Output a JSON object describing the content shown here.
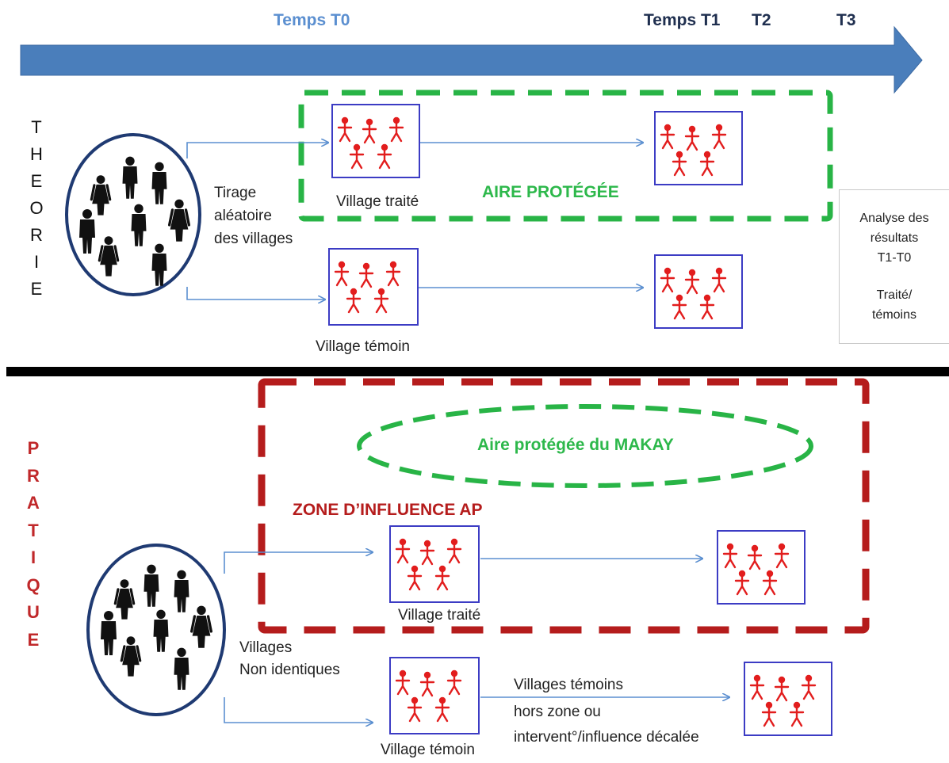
{
  "timeline": {
    "t0": "Temps T0",
    "t1": "Temps T1",
    "t2": "T2",
    "t3": "T3"
  },
  "theory": {
    "word_letters": [
      "T",
      "H",
      "E",
      "O",
      "R",
      "I",
      "E"
    ],
    "sampling_text": "Tirage aléatoire des villages",
    "treated_label": "Village traité",
    "control_label": "Village témoin",
    "protected_area_label": "AIRE PROTÉGÉE"
  },
  "analysis": {
    "line1": "Analyse des",
    "line2": "résultats",
    "line3": "T1-T0",
    "line4": "Traité/",
    "line5": "témoins"
  },
  "practice": {
    "word_letters": [
      "P",
      "R",
      "A",
      "T",
      "I",
      "Q",
      "U",
      "E"
    ],
    "population_text_1": "Villages",
    "population_text_2": "Non identiques",
    "treated_label": "Village traité",
    "control_label": "Village témoin",
    "influence_zone_label": "ZONE D’INFLUENCE AP",
    "protected_area_label": "Aire protégée du MAKAY",
    "control_note_1": "Villages témoins",
    "control_note_2": "hors zone ou",
    "control_note_3": "intervent°/influence décalée"
  },
  "colors": {
    "timeline_arrow": "#4a7ebb",
    "box_border": "#3c3cc4",
    "stick_figure": "#e21d1d",
    "connector": "#5b8fd0",
    "green_dash": "#28b446",
    "red_dash": "#b51c1c",
    "population_circle": "#1f3a72"
  },
  "icons": {
    "population": "people-silhouette-icon",
    "village_member": "stick-figure-icon"
  }
}
